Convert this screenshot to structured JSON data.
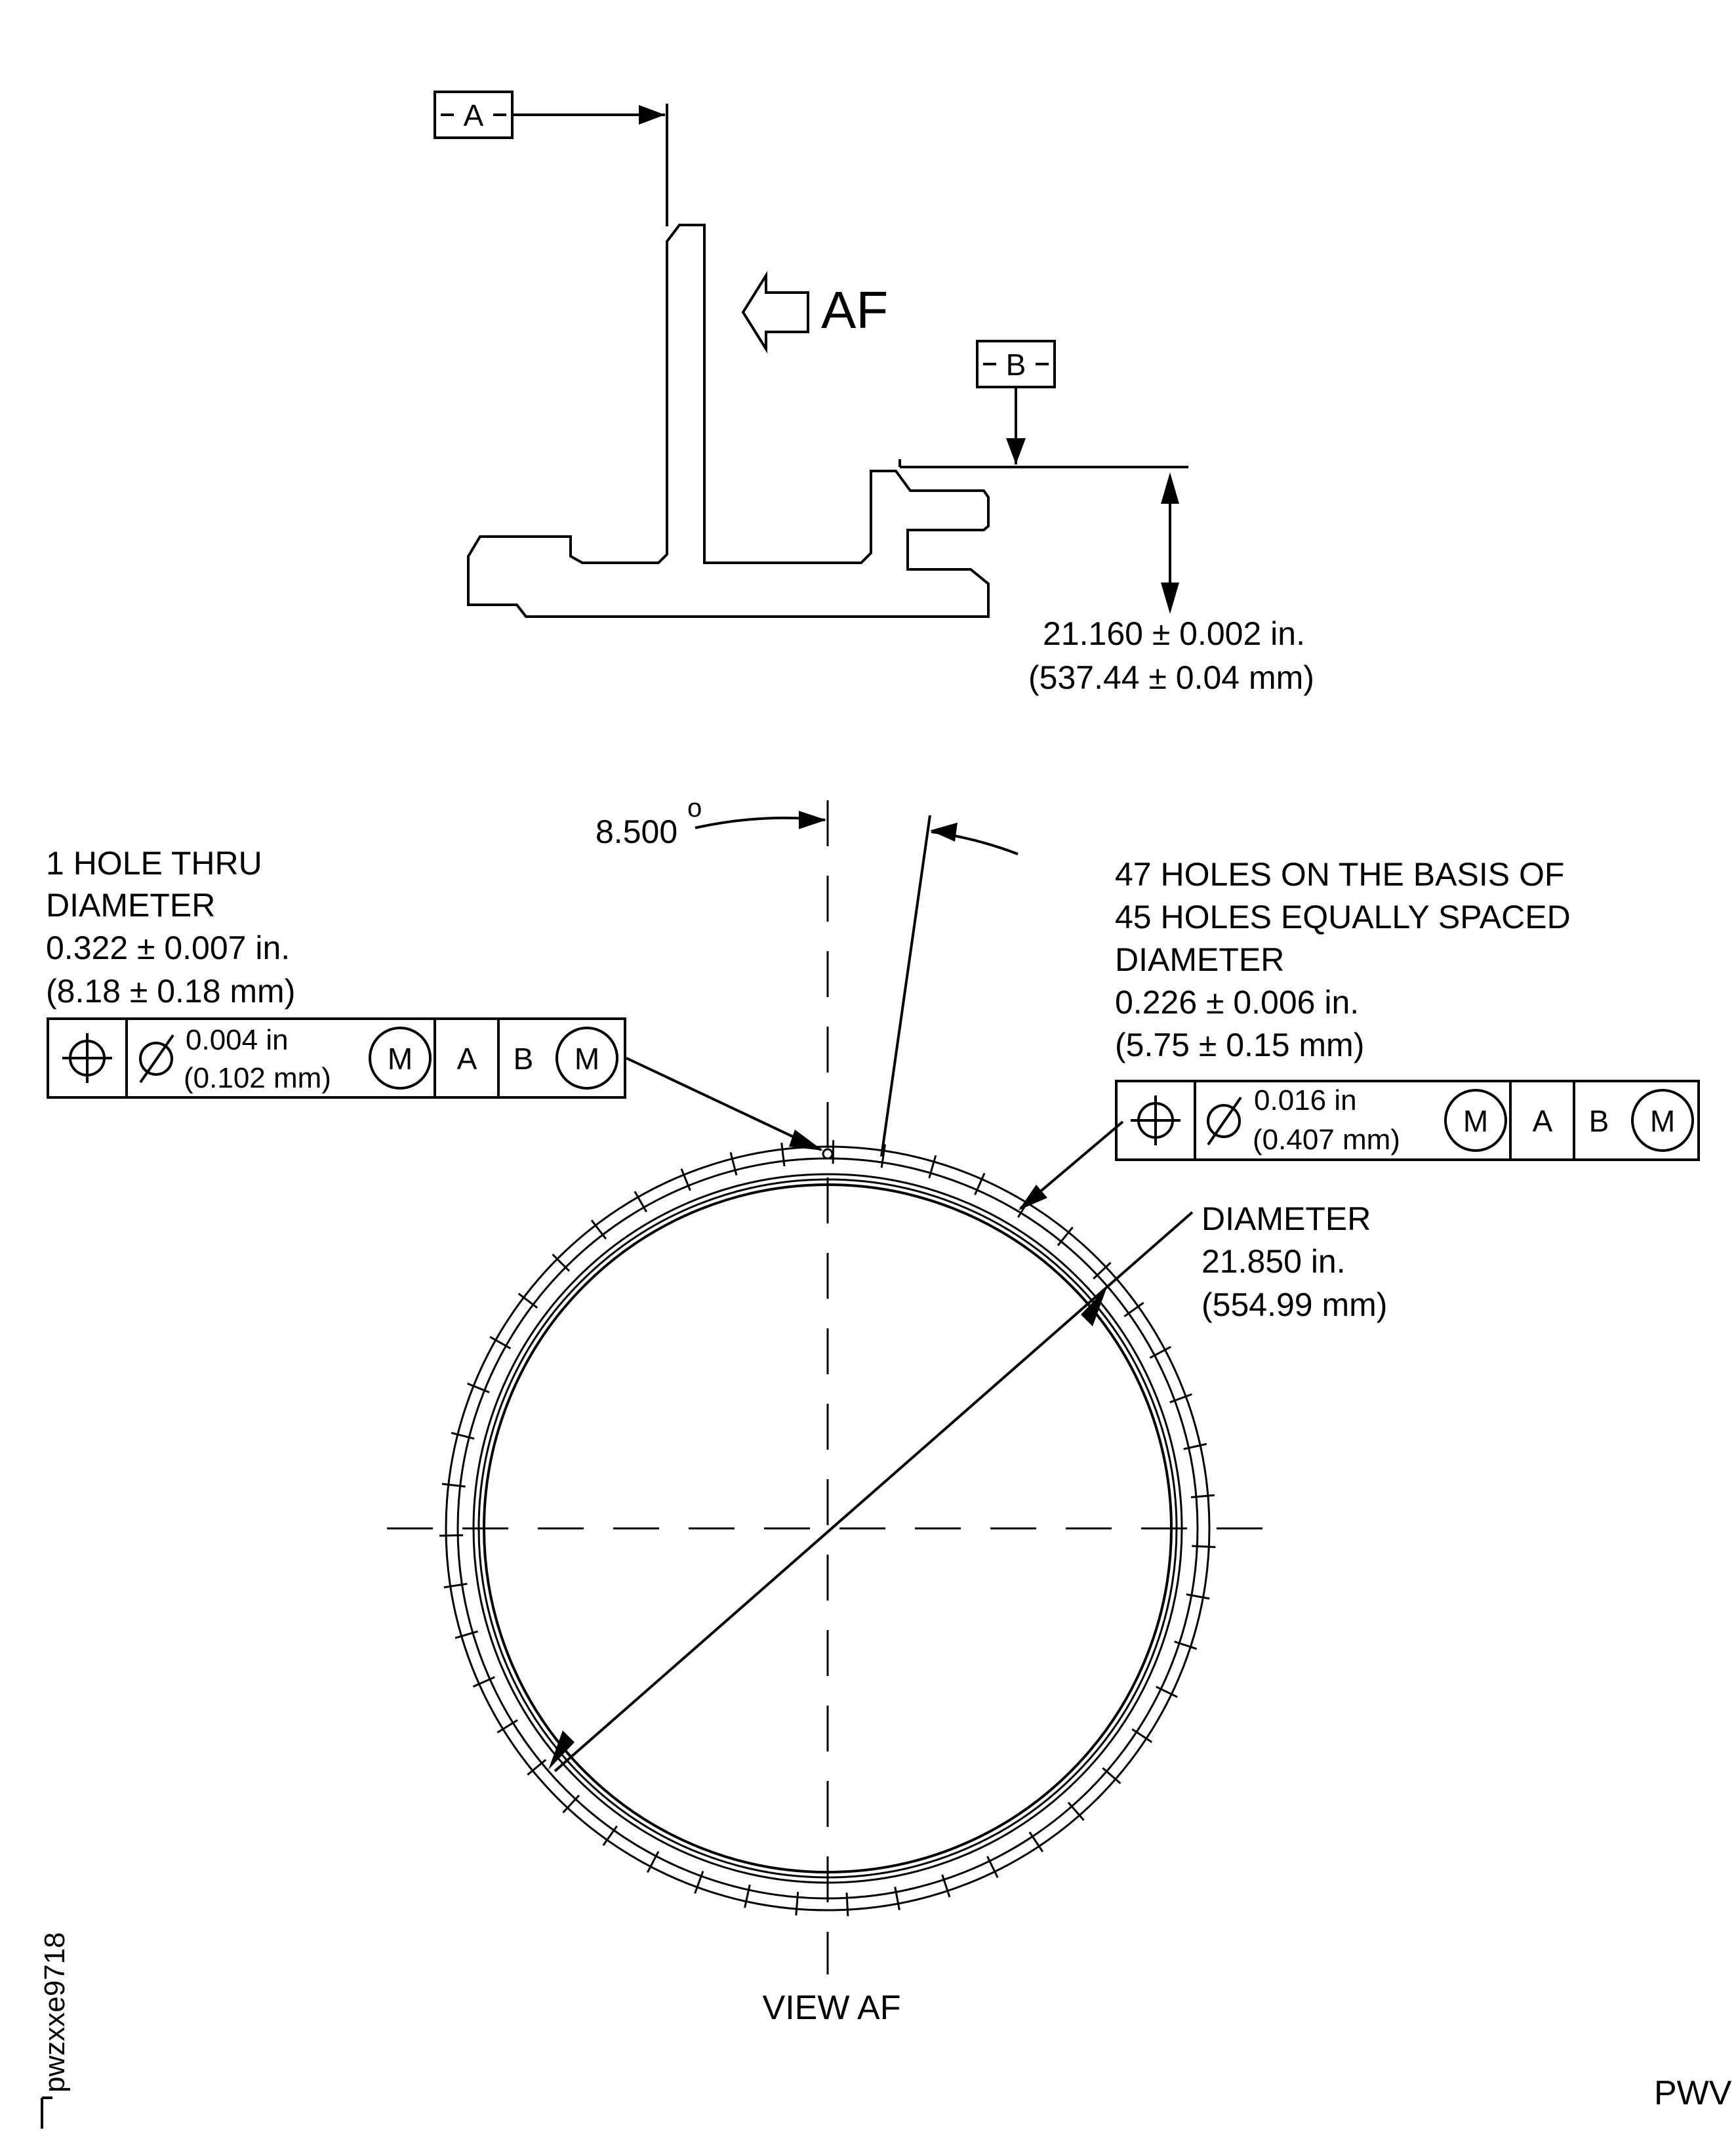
{
  "datum_a": "A",
  "datum_b": "B",
  "view_arrow_label": "AF",
  "height_dim": {
    "inch": "21.160 ± 0.002 in.",
    "mm": "(537.44 ± 0.04 mm)"
  },
  "angle_dim": {
    "value": "8.500",
    "unit": "o"
  },
  "single_hole": {
    "lines": [
      "1 HOLE THRU",
      "DIAMETER",
      "0.322 ± 0.007 in.",
      "(8.18 ± 0.18 mm)"
    ],
    "fcf": {
      "tol_in": "0.004 in",
      "tol_mm": "(0.102 mm)",
      "mod1": "M",
      "datum1": "A",
      "datum2": "B",
      "mod2": "M"
    }
  },
  "hole_pattern": {
    "lines": [
      "47 HOLES ON THE BASIS OF",
      "45 HOLES EQUALLY SPACED",
      "DIAMETER",
      "0.226 ± 0.006 in.",
      "(5.75 ± 0.15 mm)"
    ],
    "fcf": {
      "tol_in": "0.016 in",
      "tol_mm": "(0.407 mm)",
      "mod1": "M",
      "datum1": "A",
      "datum2": "B",
      "mod2": "M"
    },
    "hole_count": 47
  },
  "diameter": {
    "lines": [
      "DIAMETER",
      "21.850 in.",
      "(554.99 mm)"
    ]
  },
  "view_title": "VIEW AF",
  "figure_id": "pwzxxe9718",
  "corner_code": "PWV"
}
